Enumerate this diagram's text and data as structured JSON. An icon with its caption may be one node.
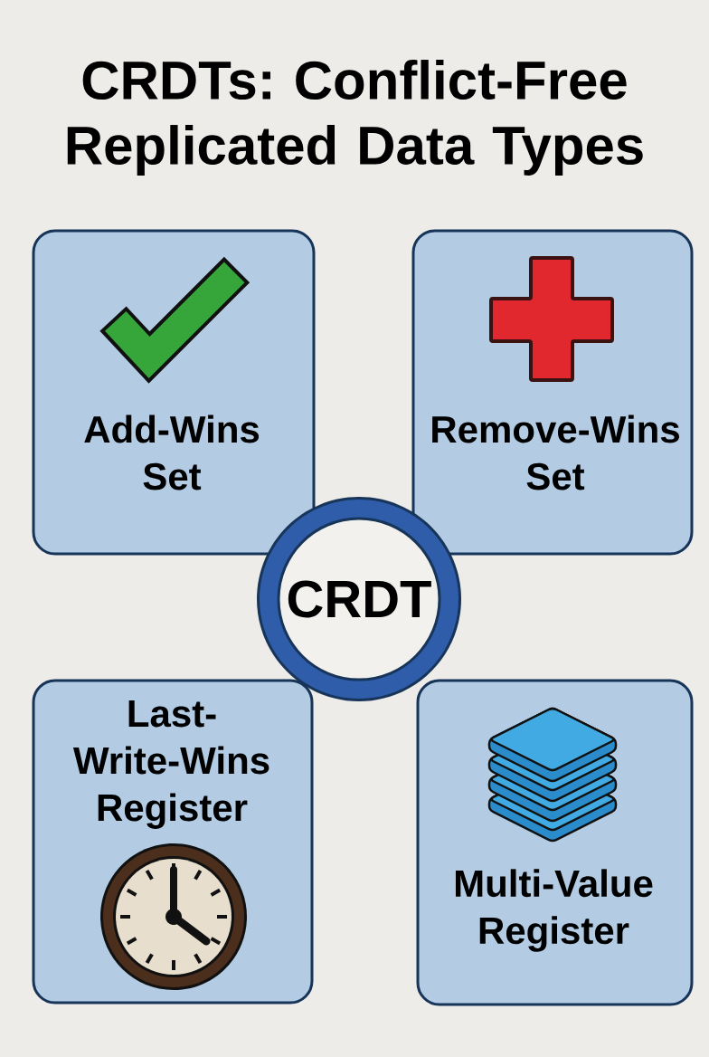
{
  "diagram": {
    "title": "CRDTs: Conflict-Free Replicated Data Types",
    "nodes": [
      {
        "text": [
          "Add-Wins Set"
        ]
      },
      {
        "text": [
          "Remove-Wins Set"
        ]
      },
      {
        "text": [
          "CRDT"
        ]
      },
      {
        "text": [
          "Last- Write-Wins Register"
        ]
      },
      {
        "text": [
          "Multi-Value Register"
        ]
      }
    ]
  }
}
